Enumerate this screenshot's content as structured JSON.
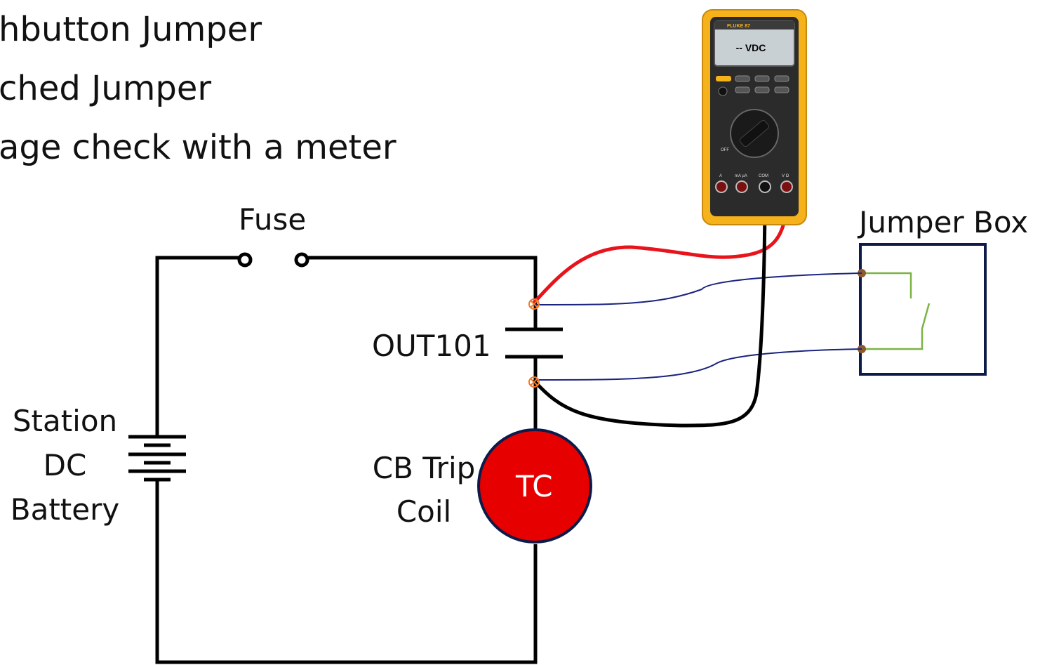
{
  "bullets": [
    "hbutton Jumper",
    "ched Jumper",
    "age check with a meter"
  ],
  "labels": {
    "fuse": "Fuse",
    "jumper_box": "Jumper Box",
    "contact": "OUT101",
    "battery": [
      "Station",
      "DC",
      "Battery"
    ],
    "coil_label": [
      "CB Trip",
      "Coil"
    ],
    "coil_text": "TC"
  },
  "meter": {
    "brand": "FLUKE 87",
    "display": "-- VDC",
    "dial_labels": [
      "OFF",
      "A",
      "mA µA",
      "COM",
      "V Ω"
    ]
  },
  "colors": {
    "wire": "#000000",
    "red_lead": "#e8141c",
    "black_lead": "#000000",
    "jumper_wire": "#1a237e",
    "coil_fill": "#e60000",
    "coil_border": "#0d1b4a",
    "box_border": "#0d1b4a",
    "jumper_switch": "#7cb342",
    "meter_body": "#f5b21b",
    "meter_face": "#2b2b2b"
  }
}
